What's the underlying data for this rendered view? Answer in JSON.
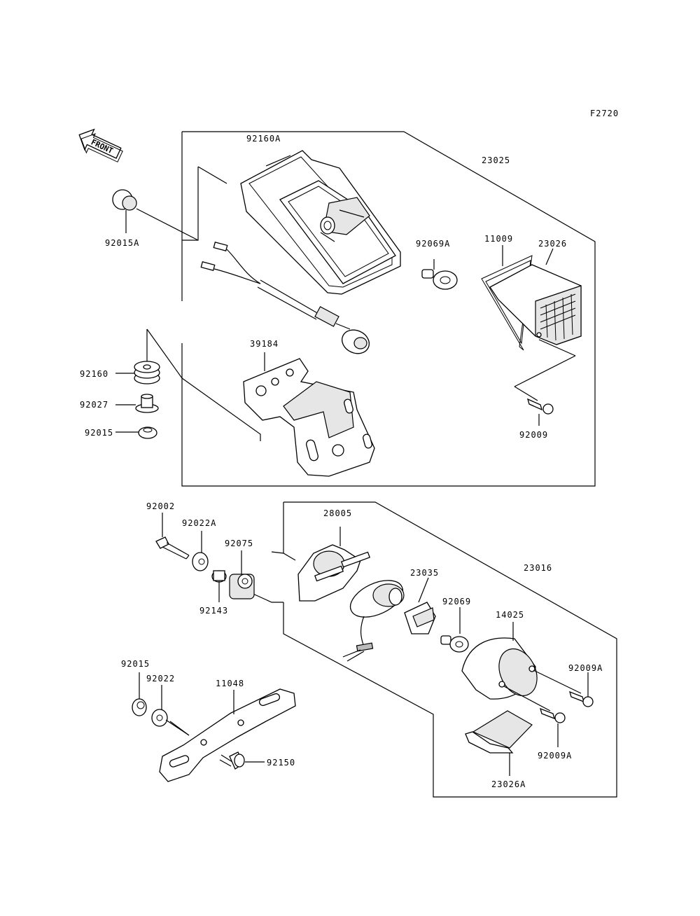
{
  "figure_code": "F2720",
  "front_label": "FRONT",
  "labels": {
    "p92160A": "92160A",
    "p23025": "23025",
    "p92015A": "92015A",
    "p92069A": "92069A",
    "p11009": "11009",
    "p23026": "23026",
    "p39184": "39184",
    "p92160": "92160",
    "p92027": "92027",
    "p92015_top": "92015",
    "p92009": "92009",
    "p92002": "92002",
    "p92022A": "92022A",
    "p28005": "28005",
    "p92075": "92075",
    "p23035": "23035",
    "p23016": "23016",
    "p92143": "92143",
    "p92069": "92069",
    "p14025": "14025",
    "p92009A_upper": "92009A",
    "p92015_low": "92015",
    "p92022": "92022",
    "p11048": "11048",
    "p92150": "92150",
    "p92009A_lower": "92009A",
    "p23026A": "23026A"
  }
}
